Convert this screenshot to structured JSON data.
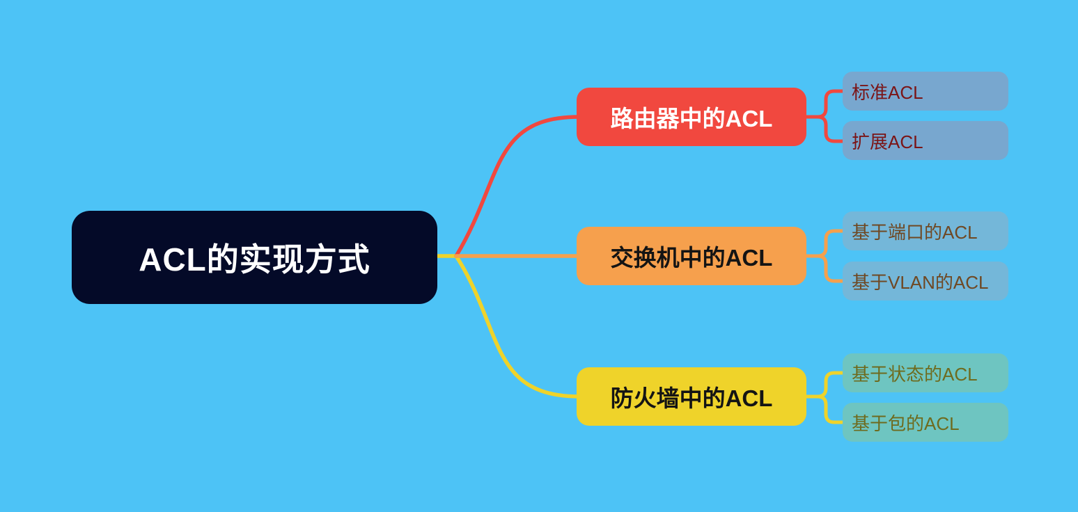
{
  "diagram": {
    "type": "mindmap",
    "background_color": "#4DC3F6",
    "root": {
      "label": "ACL的实现方式",
      "bg_color": "#040A28",
      "text_color": "#FFFFFF"
    },
    "branches": [
      {
        "label": "路由器中的ACL",
        "bg_color": "#F1483F",
        "text_color": "#FFFFFF",
        "line_color": "#F1483F",
        "children": [
          {
            "label": "标准ACL",
            "bg_color": "#78A7CF",
            "text_color": "#7B1416"
          },
          {
            "label": "扩展ACL",
            "bg_color": "#78A7CF",
            "text_color": "#7B1416"
          }
        ]
      },
      {
        "label": "交换机中的ACL",
        "bg_color": "#F6A04D",
        "text_color": "#141414",
        "line_color": "#F6A04D",
        "children": [
          {
            "label": "基于端口的ACL",
            "bg_color": "#74B7D9",
            "text_color": "#6F4823"
          },
          {
            "label": "基于VLAN的ACL",
            "bg_color": "#74B7D9",
            "text_color": "#6F4823"
          }
        ]
      },
      {
        "label": "防火墙中的ACL",
        "bg_color": "#EFD32A",
        "text_color": "#141414",
        "line_color": "#EFD32A",
        "children": [
          {
            "label": "基于状态的ACL",
            "bg_color": "#6EC5C1",
            "text_color": "#6E6B1E"
          },
          {
            "label": "基于包的ACL",
            "bg_color": "#6EC5C1",
            "text_color": "#6E6B1E"
          }
        ]
      }
    ]
  }
}
